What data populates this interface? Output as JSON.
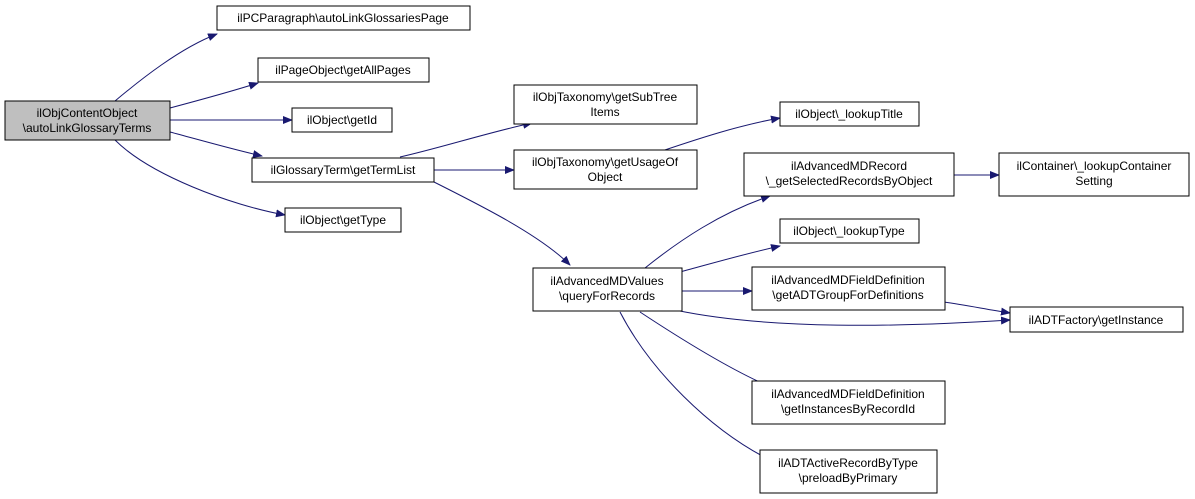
{
  "graph": {
    "nodes": {
      "root": [
        "ilObjContentObject",
        "\\autoLinkGlossaryTerms"
      ],
      "pcpara": [
        "ilPCParagraph\\autoLinkGlossariesPage"
      ],
      "getallpages": [
        "ilPageObject\\getAllPages"
      ],
      "getid": [
        "ilObject\\getId"
      ],
      "termlist": [
        "ilGlossaryTerm\\getTermList"
      ],
      "gettype": [
        "ilObject\\getType"
      ],
      "subtree": [
        "ilObjTaxonomy\\getSubTree",
        "Items"
      ],
      "usage": [
        "ilObjTaxonomy\\getUsageOf",
        "Object"
      ],
      "lookuptitle": [
        "ilObject\\_lookupTitle"
      ],
      "amdrecord": [
        "ilAdvancedMDRecord",
        "\\_getSelectedRecordsByObject"
      ],
      "container": [
        "ilContainer\\_lookupContainer",
        "Setting"
      ],
      "amdvalues": [
        "ilAdvancedMDValues",
        "\\queryForRecords"
      ],
      "lookuptype": [
        "ilObject\\_lookupType"
      ],
      "fielddefgroup": [
        "ilAdvancedMDFieldDefinition",
        "\\getADTGroupForDefinitions"
      ],
      "adtfactory": [
        "ilADTFactory\\getInstance"
      ],
      "fielddefinst": [
        "ilAdvancedMDFieldDefinition",
        "\\getInstancesByRecordId"
      ],
      "activerecord": [
        "ilADTActiveRecordByType",
        "\\preloadByPrimary"
      ]
    }
  }
}
